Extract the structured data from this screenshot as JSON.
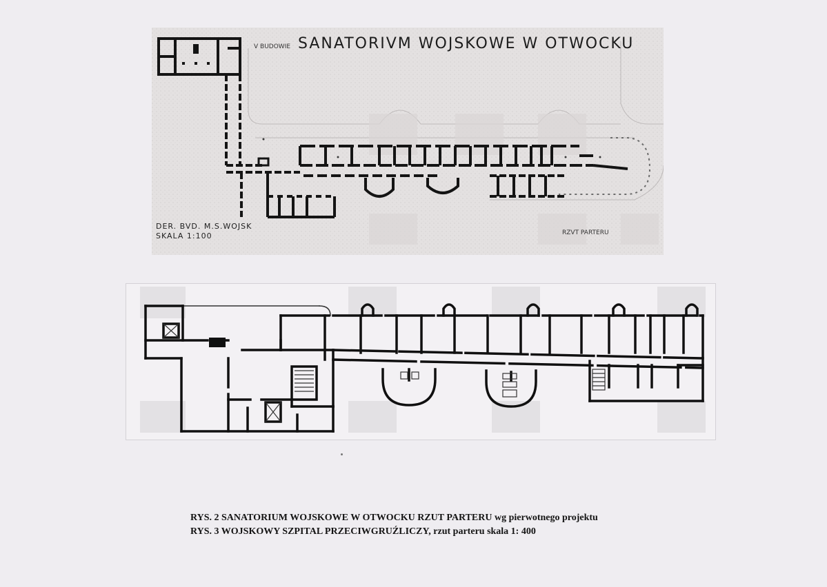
{
  "figure1": {
    "prefix": "V BUDOWIE",
    "title": "SANATORIVM WOJSKOWE W OTWOCKU",
    "stamp_line1": "DER. BVD. M.S.WOJSK",
    "stamp_line2": "SKALA 1:100",
    "plan_label": "RZVT PARTERU"
  },
  "captions": {
    "line1": "RYS. 2 SANATORIUM WOJSKOWE W OTWOCKU RZUT PARTERU wg pierwotnego projektu",
    "line2": "RYS. 3 WOJSKOWY SZPITAL PRZECIWGRUŹLICZY, rzut parteru skala 1: 400"
  }
}
